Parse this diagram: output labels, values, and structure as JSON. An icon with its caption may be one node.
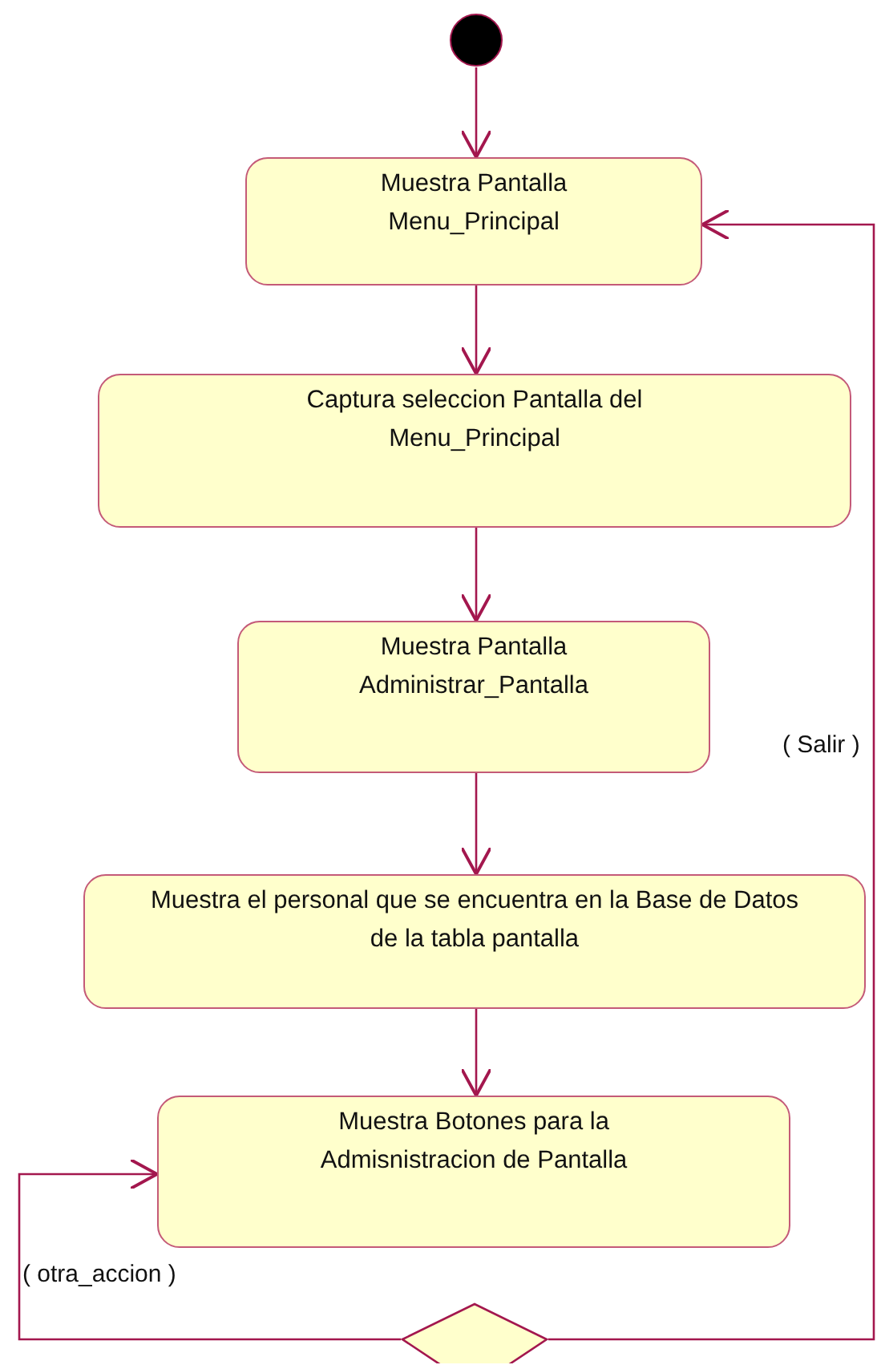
{
  "diagram": {
    "nodes": [
      {
        "text": [],
        "shape": "circle"
      },
      {
        "text": [
          "Muestra Pantalla Menu_Principal"
        ]
      },
      {
        "text": [
          "Captura seleccion Pantalla del Menu_Principal"
        ]
      },
      {
        "text": [
          "Muestra Pantalla Administrar_Pantalla"
        ]
      },
      {
        "text": [
          "Muestra el personal que se encuentra en la Base de Datos de la tabla pantalla"
        ]
      },
      {
        "text": [
          "Muestra Botones para la Admisnistracion de Pantalla"
        ]
      },
      {
        "text": [],
        "shape": "diamond"
      }
    ],
    "edges": [
      {
        "from": 0,
        "to": 1,
        "arrow": "to"
      },
      {
        "from": 1,
        "to": 2,
        "arrow": "to"
      },
      {
        "from": 2,
        "to": 3,
        "arrow": "to"
      },
      {
        "from": 3,
        "to": 4,
        "arrow": "to"
      },
      {
        "from": 4,
        "to": 5,
        "arrow": "to"
      },
      {
        "from": 6,
        "to": 5,
        "arrow": "to",
        "label": "( otra_accion )"
      },
      {
        "from": 6,
        "to": 1,
        "arrow": "to",
        "label": "( Salir )"
      }
    ]
  }
}
